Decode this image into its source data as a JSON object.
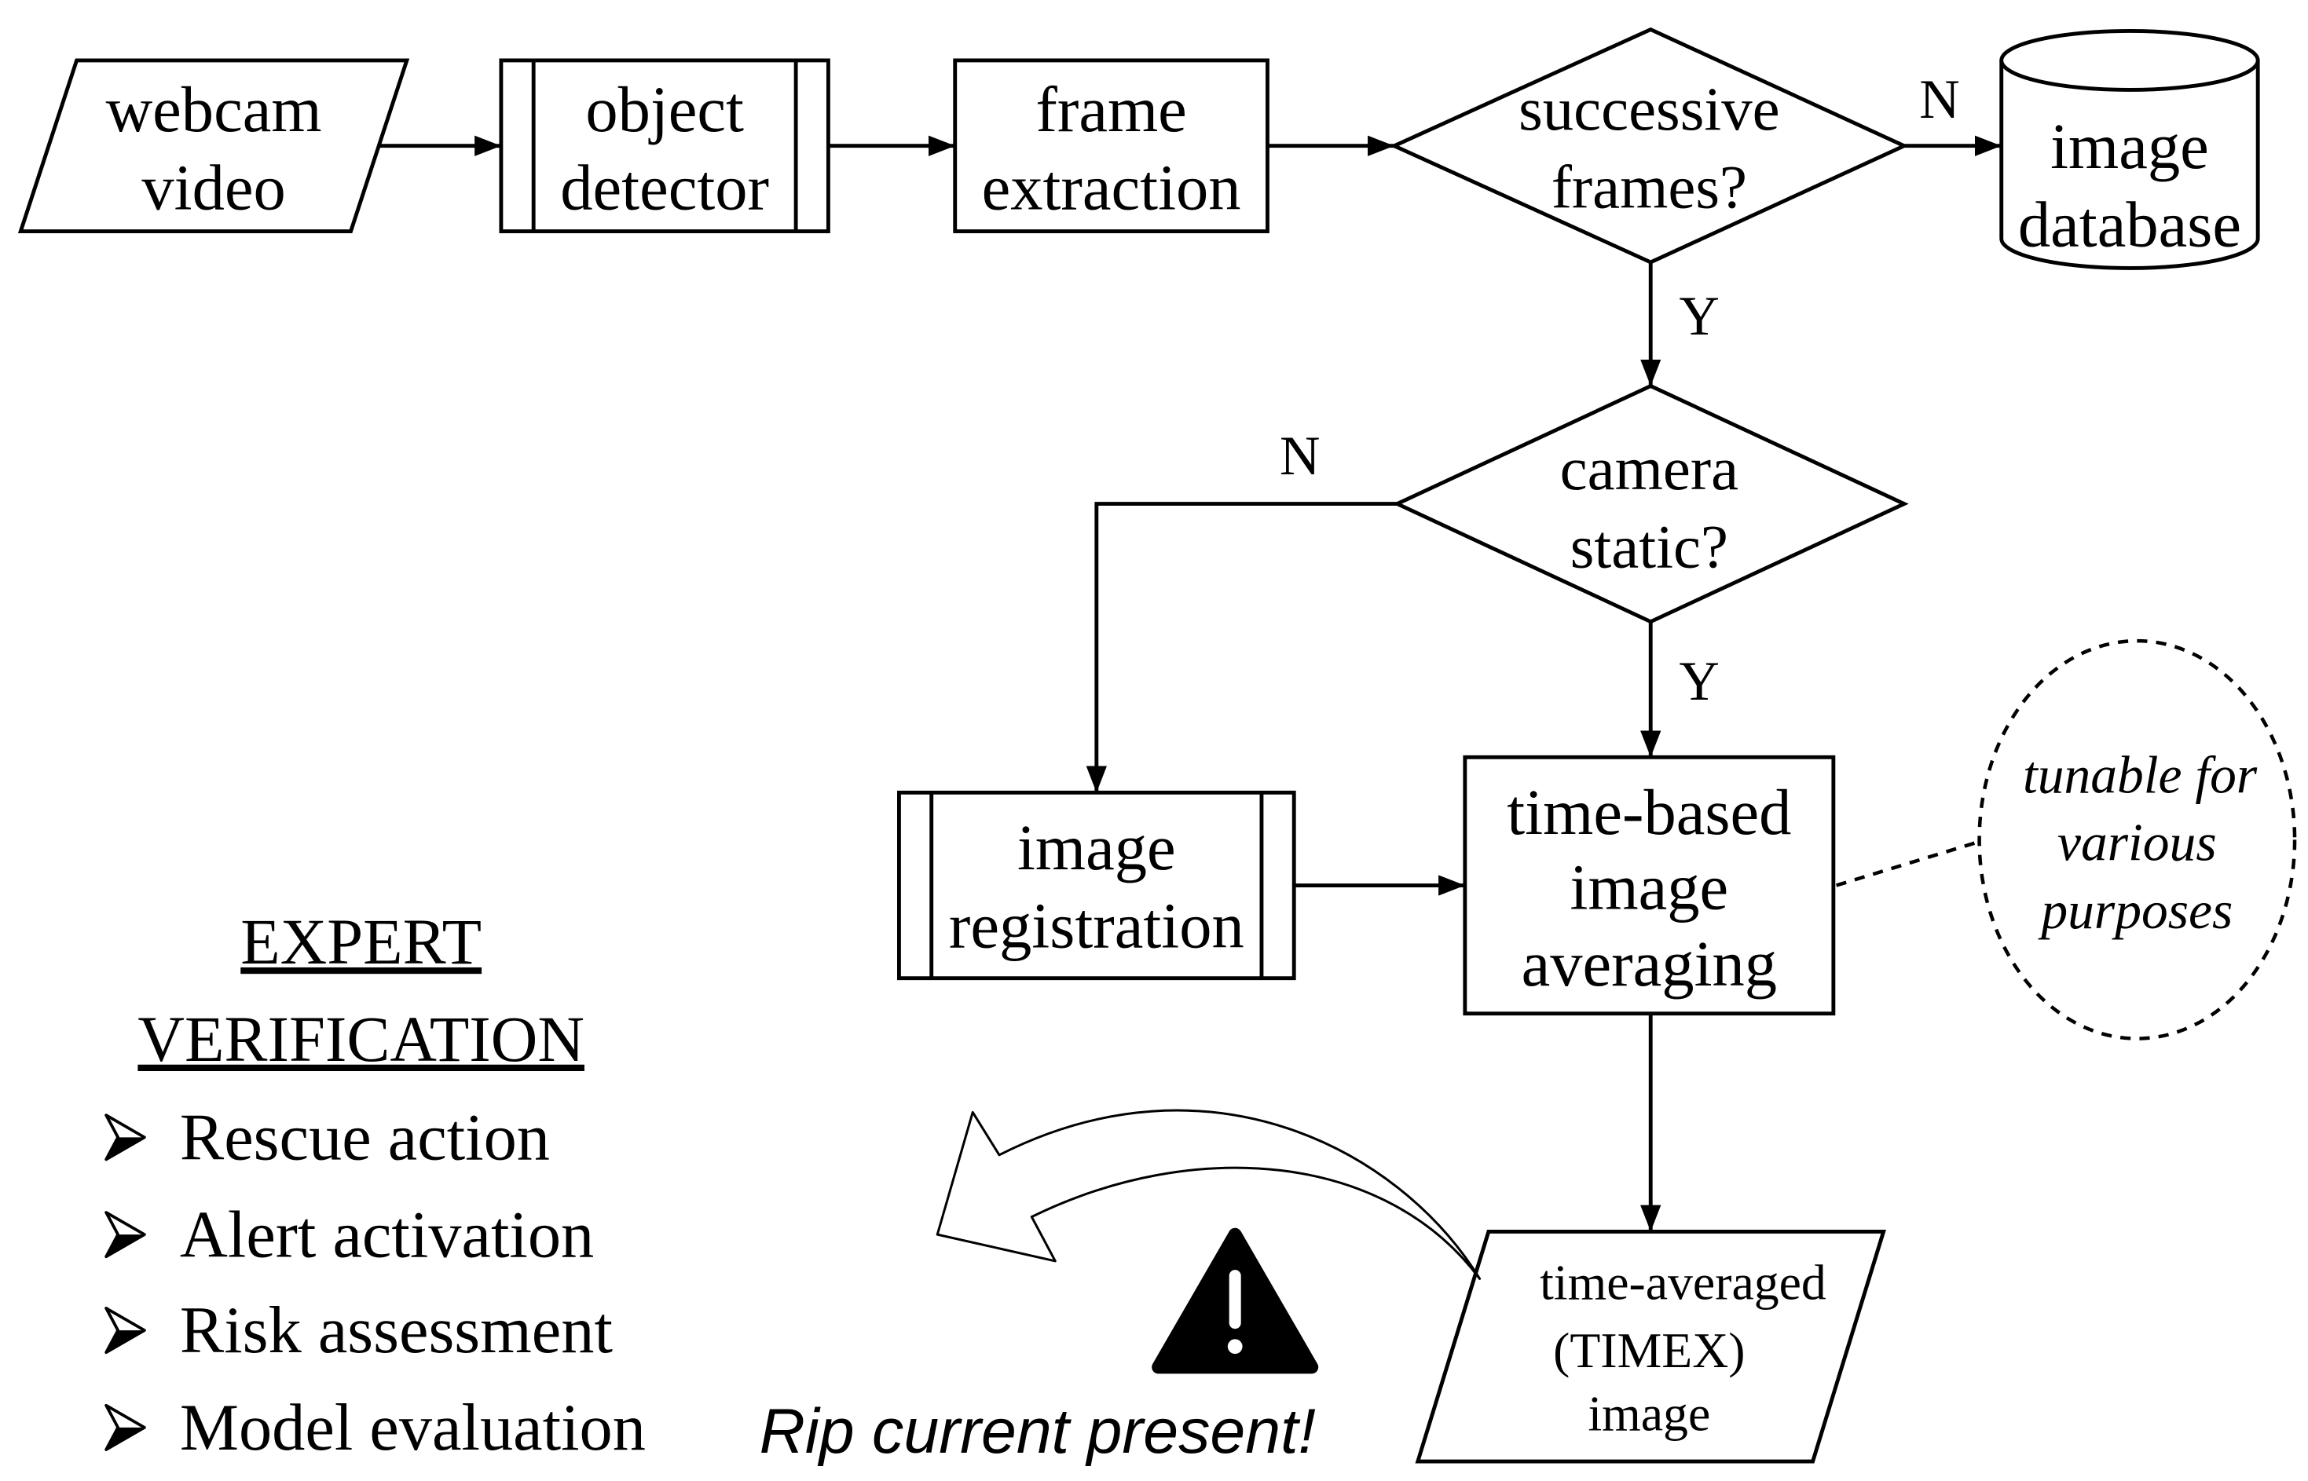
{
  "flowchart": {
    "webcam_video": {
      "line1": "webcam",
      "line2": "video"
    },
    "object_detector": {
      "line1": "object",
      "line2": "detector"
    },
    "frame_extraction": {
      "line1": "frame",
      "line2": "extraction"
    },
    "successive_frames": {
      "line1": "successive",
      "line2": "frames?"
    },
    "image_database": {
      "line1": "image",
      "line2": "database"
    },
    "camera_static": {
      "line1": "camera",
      "line2": "static?"
    },
    "image_registration": {
      "line1": "image",
      "line2": "registration"
    },
    "time_based_averaging": {
      "line1": "time-based",
      "line2": "image",
      "line3": "averaging"
    },
    "timex_image": {
      "line1": "time-averaged",
      "line2": "(TIMEX)",
      "line3": "image"
    },
    "tunable_note": {
      "line1": "tunable for",
      "line2": "various",
      "line3": "purposes"
    }
  },
  "edge_labels": {
    "successive_no": "N",
    "successive_yes": "Y",
    "camera_no": "N",
    "camera_yes": "Y"
  },
  "expert_verification": {
    "heading_line1": "EXPERT",
    "heading_line2": "VERIFICATION",
    "items": [
      "Rescue action",
      "Alert activation",
      "Risk assessment",
      "Model evaluation"
    ]
  },
  "alert": {
    "message": "Rip current present!"
  },
  "icons": {
    "warning": "warning-icon",
    "bullet": "arrow-bullet-icon",
    "curved_arrow": "curved-arrow-icon"
  }
}
